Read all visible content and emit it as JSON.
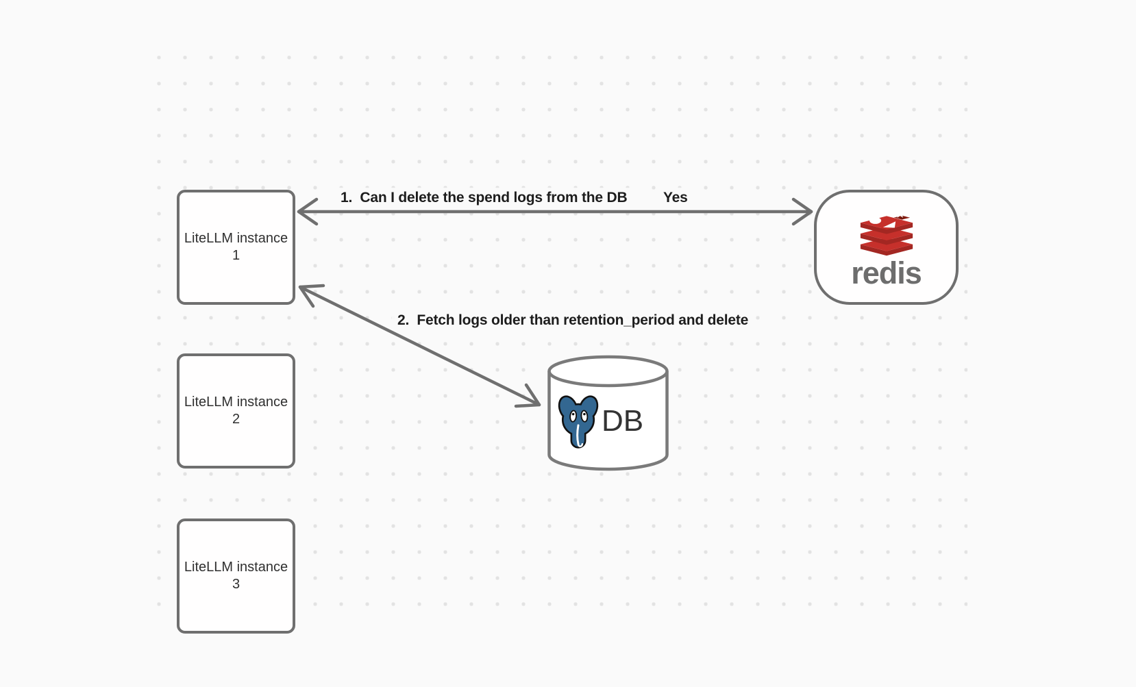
{
  "diagram": {
    "nodes": {
      "instance1": {
        "label": "LiteLLM instance 1"
      },
      "instance2": {
        "label": "LiteLLM instance 2"
      },
      "instance3": {
        "label": "LiteLLM instance 3"
      },
      "redis": {
        "wordmark": "redis",
        "icon": "redis-logo-icon"
      },
      "db": {
        "label": "DB",
        "icon": "postgresql-elephant-icon"
      }
    },
    "arrows": {
      "arrow1": {
        "label": "1.  Can I delete the spend logs from the DB",
        "answer": "Yes",
        "from": "redis",
        "to": "instance1",
        "style": "double-headed"
      },
      "arrow2": {
        "label": "2.  Fetch logs older than retention_period and delete",
        "from": "instance1",
        "to": "db",
        "style": "double-headed"
      }
    },
    "colors": {
      "canvas_bg": "#fafafa",
      "grid_dot": "#e3e3e3",
      "shape_stroke": "#6f6f6f",
      "label_text": "#1d1d1d",
      "node_text": "#2f2f2f",
      "redis_red": "#c6302b",
      "redis_red_dark": "#a32722",
      "redis_cube_dark": "#8c1f15",
      "redis_wordmark_gray": "#6d6d6d",
      "postgres_blue": "#336791",
      "db_text": "#333333"
    }
  }
}
